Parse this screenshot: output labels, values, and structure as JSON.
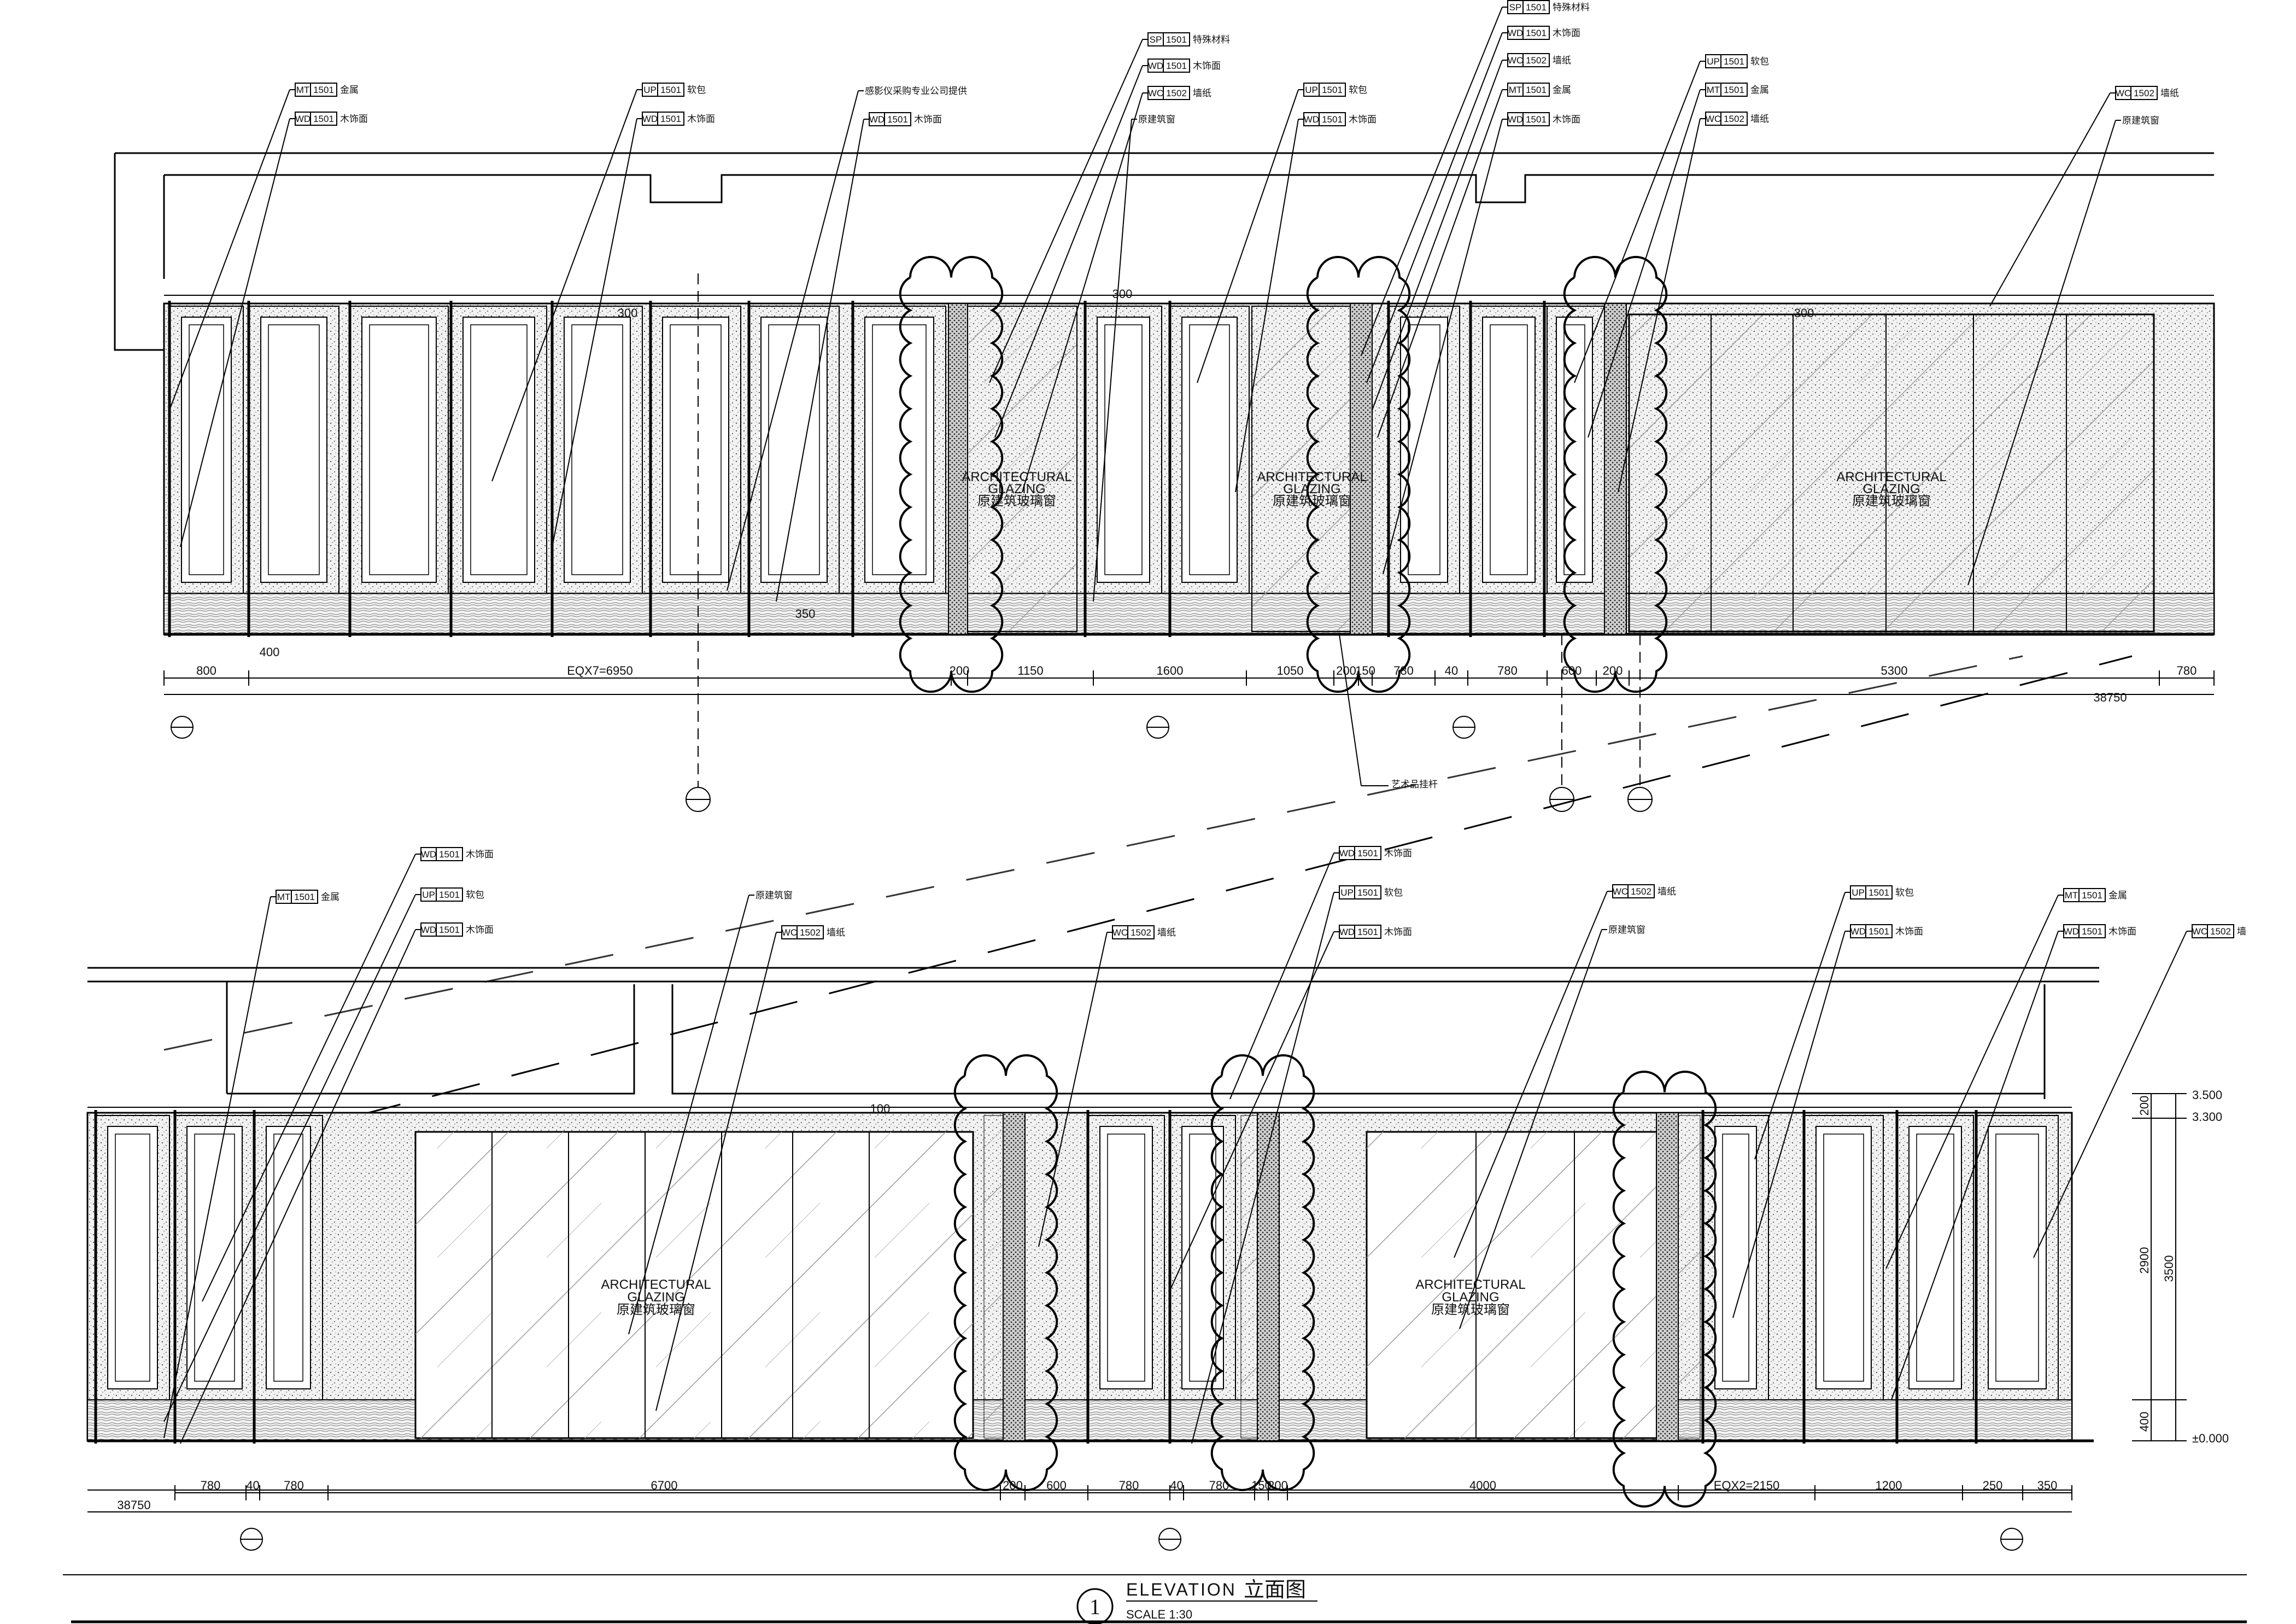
{
  "drawing": {
    "title_en": "ELEVATION",
    "title_cn": "立面图",
    "number": "1",
    "scale": "SCALE   1:30"
  },
  "colors": {
    "line": "#000000",
    "background": "#ffffff",
    "hatch": "#6a6a6a",
    "accent_blue": "#2a2aa0"
  },
  "top_elevation": {
    "tags": [
      {
        "code": "MT",
        "num": "1501",
        "desc": "金属"
      },
      {
        "code": "WD",
        "num": "1501",
        "desc": "木饰面"
      },
      {
        "code": "UP",
        "num": "1501",
        "desc": "软包"
      },
      {
        "code": "WD",
        "num": "1501",
        "desc": "木饰面"
      },
      {
        "code": "",
        "num": "",
        "desc": "感影仪采购专业公司提供"
      },
      {
        "code": "WD",
        "num": "1501",
        "desc": "木饰面"
      },
      {
        "code": "SP",
        "num": "1501",
        "desc": "特殊材料"
      },
      {
        "code": "WD",
        "num": "1501",
        "desc": "木饰面"
      },
      {
        "code": "WC",
        "num": "1502",
        "desc": "墙纸"
      },
      {
        "code": "",
        "num": "",
        "desc": "原建筑窗"
      },
      {
        "code": "UP",
        "num": "1501",
        "desc": "软包"
      },
      {
        "code": "WD",
        "num": "1501",
        "desc": "木饰面"
      },
      {
        "code": "SP",
        "num": "1501",
        "desc": "特殊材料"
      },
      {
        "code": "WD",
        "num": "1501",
        "desc": "木饰面"
      },
      {
        "code": "WC",
        "num": "1502",
        "desc": "墙纸"
      },
      {
        "code": "MT",
        "num": "1501",
        "desc": "金属"
      },
      {
        "code": "WD",
        "num": "1501",
        "desc": "木饰面"
      },
      {
        "code": "UP",
        "num": "1501",
        "desc": "软包"
      },
      {
        "code": "MT",
        "num": "1501",
        "desc": "金属"
      },
      {
        "code": "WC",
        "num": "1502",
        "desc": "墙纸"
      },
      {
        "code": "WC",
        "num": "1502",
        "desc": "墙纸"
      },
      {
        "code": "",
        "num": "",
        "desc": "原建筑窗"
      }
    ],
    "glazing": [
      {
        "en1": "ARCHITECTURAL",
        "en2": "GLAZING",
        "cn": "原建筑玻璃窗"
      },
      {
        "en1": "ARCHITECTURAL",
        "en2": "GLAZING",
        "cn": "原建筑玻璃窗"
      },
      {
        "en1": "ARCHITECTURAL",
        "en2": "GLAZING",
        "cn": "原建筑玻璃窗"
      }
    ],
    "dims": [
      "800",
      "EQX7=6950",
      "200",
      "1150",
      "1600",
      "1050",
      "200",
      "150",
      "780",
      "40",
      "780",
      "600",
      "200",
      "5300",
      "780"
    ],
    "sub_dims": [
      "400",
      "300",
      "300",
      "300",
      "350"
    ],
    "total": "38750",
    "note": "艺术品挂杆"
  },
  "bottom_elevation": {
    "tags": [
      {
        "code": "MT",
        "num": "1501",
        "desc": "金属"
      },
      {
        "code": "WD",
        "num": "1501",
        "desc": "木饰面"
      },
      {
        "code": "UP",
        "num": "1501",
        "desc": "软包"
      },
      {
        "code": "WD",
        "num": "1501",
        "desc": "木饰面"
      },
      {
        "code": "",
        "num": "",
        "desc": "原建筑窗"
      },
      {
        "code": "WC",
        "num": "1502",
        "desc": "墙纸"
      },
      {
        "code": "WC",
        "num": "1502",
        "desc": "墙纸"
      },
      {
        "code": "WD",
        "num": "1501",
        "desc": "木饰面"
      },
      {
        "code": "UP",
        "num": "1501",
        "desc": "软包"
      },
      {
        "code": "WD",
        "num": "1501",
        "desc": "木饰面"
      },
      {
        "code": "WC",
        "num": "1502",
        "desc": "墙纸"
      },
      {
        "code": "",
        "num": "",
        "desc": "原建筑窗"
      },
      {
        "code": "UP",
        "num": "1501",
        "desc": "软包"
      },
      {
        "code": "WD",
        "num": "1501",
        "desc": "木饰面"
      },
      {
        "code": "MT",
        "num": "1501",
        "desc": "金属"
      },
      {
        "code": "WD",
        "num": "1501",
        "desc": "木饰面"
      },
      {
        "code": "WC",
        "num": "1502",
        "desc": "墙"
      }
    ],
    "glazing": [
      {
        "en1": "ARCHITECTURAL",
        "en2": "GLAZING",
        "cn": "原建筑玻璃窗"
      },
      {
        "en1": "ARCHITECTURAL",
        "en2": "GLAZING",
        "cn": "原建筑玻璃窗"
      }
    ],
    "dims": [
      "780",
      "40",
      "780",
      "6700",
      "200",
      "600",
      "780",
      "40",
      "780",
      "150",
      "200",
      "4000",
      "EQX2=2150",
      "1200",
      "250",
      "350"
    ],
    "sub_dims": [
      "100"
    ],
    "total": "38750",
    "vdims": [
      "200",
      "2900",
      "400",
      "3500"
    ],
    "levels": [
      "3.500",
      "3.300",
      "±0.000"
    ]
  }
}
